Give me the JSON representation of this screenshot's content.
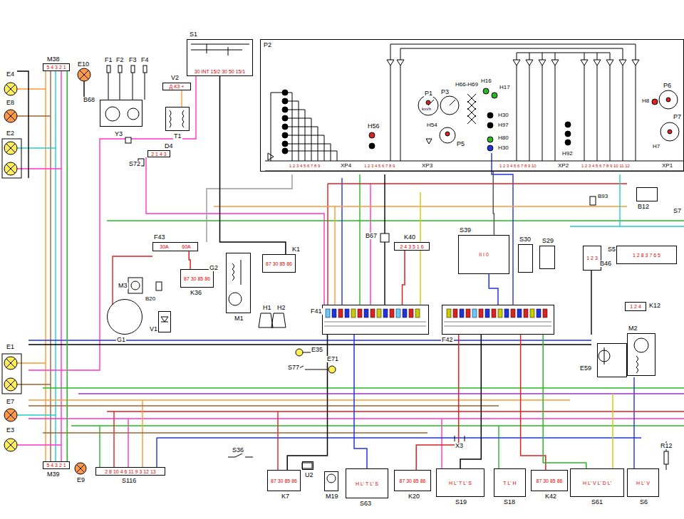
{
  "diagram": {
    "nodes": [
      {
        "text": [
          "P2"
        ]
      },
      {
        "text": [
          "S1",
          "30 INT 15/2 30 50 15/1"
        ]
      },
      {
        "text": [
          "M38",
          "5 4 3 2 1"
        ]
      },
      {
        "text": [
          "B68"
        ]
      },
      {
        "text": [
          "V2",
          "Д КЗ +"
        ]
      },
      {
        "text": [
          "T1"
        ]
      },
      {
        "text": [
          "D4",
          "2 1 4 3"
        ]
      },
      {
        "text": [
          "F43",
          "30A",
          "60A"
        ]
      },
      {
        "text": [
          "K36",
          "87 30 85 86"
        ]
      },
      {
        "text": [
          "K1",
          "87 30 85 86"
        ]
      },
      {
        "text": [
          "K40",
          "2 4 3 5 1 6"
        ]
      },
      {
        "text": [
          "S39",
          "II I 0"
        ]
      },
      {
        "text": [
          "S30"
        ]
      },
      {
        "text": [
          "S29"
        ]
      },
      {
        "text": [
          "B46",
          "1 2 3"
        ]
      },
      {
        "text": [
          "S5",
          "1 2 8 3 7 6 5"
        ]
      },
      {
        "text": [
          "K12",
          "1 2 4"
        ]
      },
      {
        "text": [
          "B12"
        ]
      },
      {
        "text": [
          "F41"
        ]
      },
      {
        "text": [
          "F42"
        ]
      },
      {
        "text": [
          "G1"
        ]
      },
      {
        "text": [
          "V1"
        ]
      },
      {
        "text": [
          "M1"
        ]
      },
      {
        "text": [
          "E59"
        ]
      },
      {
        "text": [
          "M2"
        ]
      },
      {
        "text": [
          "K7",
          "87 30 85 86"
        ]
      },
      {
        "text": [
          "U2"
        ]
      },
      {
        "text": [
          "M19"
        ]
      },
      {
        "text": [
          "S63",
          "H L' T L' S"
        ]
      },
      {
        "text": [
          "K20",
          "87 30 85 86"
        ]
      },
      {
        "text": [
          "S19",
          "H L' T L' S"
        ]
      },
      {
        "text": [
          "S18",
          "T L' H"
        ]
      },
      {
        "text": [
          "K42",
          "87 30 85 86"
        ]
      },
      {
        "text": [
          "S61",
          "H L' V L' D L'"
        ]
      },
      {
        "text": [
          "S6",
          "H L' V"
        ]
      },
      {
        "text": [
          "M39",
          "5 4 3 2 1"
        ]
      },
      {
        "text": [
          "S116",
          "2 8 10 4 6 11 9 3 12 13"
        ]
      }
    ],
    "edges": [
      {
        "from": 1,
        "to": 9,
        "arrow": "none"
      },
      {
        "from": 7,
        "to": 8,
        "arrow": "none"
      },
      {
        "from": 10,
        "to": 18,
        "arrow": "none"
      },
      {
        "from": 11,
        "to": 19,
        "arrow": "none"
      },
      {
        "from": 18,
        "to": 25,
        "arrow": "none"
      },
      {
        "from": 18,
        "to": 28,
        "arrow": "none"
      },
      {
        "from": 19,
        "to": 29,
        "arrow": "none"
      },
      {
        "from": 19,
        "to": 30,
        "arrow": "none"
      },
      {
        "from": 19,
        "to": 32,
        "arrow": "none"
      },
      {
        "from": 19,
        "to": 33,
        "arrow": "none"
      },
      {
        "from": 2,
        "to": 35,
        "arrow": "none"
      },
      {
        "from": 0,
        "to": 11,
        "arrow": "none"
      }
    ],
    "labels": [
      "E4",
      "E8",
      "E2",
      "E1",
      "E7",
      "E3",
      "E10",
      "E9",
      "F1",
      "F2",
      "F3",
      "F4",
      "Y3",
      "S72",
      "G2",
      "H1",
      "H2",
      "B67",
      "H56",
      "P1",
      "P3",
      "H66-H69",
      "H16",
      "H17",
      "H54",
      "P5",
      "H30",
      "H97",
      "H80",
      "H30",
      "H92",
      "P6",
      "H8",
      "P7",
      "H7",
      "XP4",
      "XP3",
      "XP2",
      "XP1",
      "1 2 3 4 5 6 7 8 9",
      "1 2 3 4 5 6 7 8 9",
      "1 2 3 4 5 6 7 8 9 10",
      "1 2 3 4 5 6 7 8 9 10 11 12",
      "B93",
      "S7",
      "E35",
      "S77",
      "E71",
      "S36",
      "X3",
      "R12",
      "M3",
      "B20",
      "km/h"
    ]
  }
}
